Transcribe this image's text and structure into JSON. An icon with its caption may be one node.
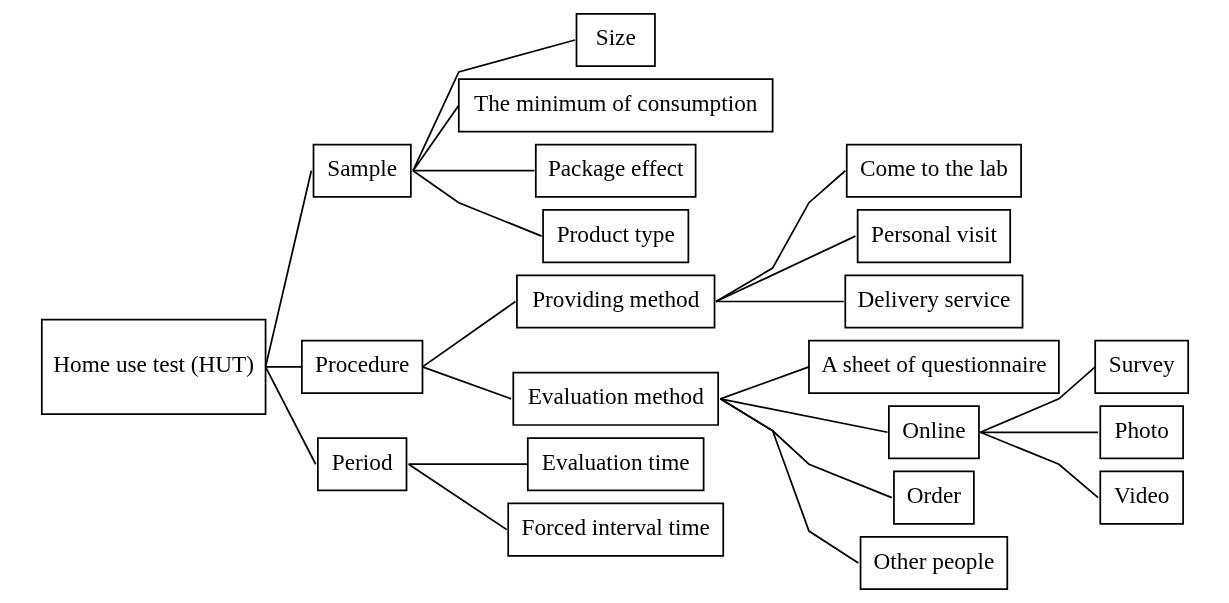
{
  "diagram": {
    "nodes": [
      {
        "text": [
          "Home use test (HUT)"
        ]
      },
      {
        "text": [
          "Sample"
        ]
      },
      {
        "text": [
          "Size"
        ]
      },
      {
        "text": [
          "The minimum of consumption"
        ]
      },
      {
        "text": [
          "Package effect"
        ]
      },
      {
        "text": [
          "Product type"
        ]
      },
      {
        "text": [
          "Procedure"
        ]
      },
      {
        "text": [
          "Providing method"
        ]
      },
      {
        "text": [
          "Come to the lab"
        ]
      },
      {
        "text": [
          "Personal visit"
        ]
      },
      {
        "text": [
          "Delivery service"
        ]
      },
      {
        "text": [
          "Evaluation method"
        ]
      },
      {
        "text": [
          "A sheet of questionnaire"
        ]
      },
      {
        "text": [
          "Online"
        ]
      },
      {
        "text": [
          "Survey"
        ]
      },
      {
        "text": [
          "Photo"
        ]
      },
      {
        "text": [
          "Video"
        ]
      },
      {
        "text": [
          "Order"
        ]
      },
      {
        "text": [
          "Other people"
        ]
      },
      {
        "text": [
          "Period"
        ]
      },
      {
        "text": [
          "Evaluation time"
        ]
      },
      {
        "text": [
          "Forced interval time"
        ]
      }
    ],
    "edges": [
      {
        "from": 0,
        "to": 1,
        "arrow": "none"
      },
      {
        "from": 1,
        "to": 2,
        "arrow": "none"
      },
      {
        "from": 1,
        "to": 3,
        "arrow": "none"
      },
      {
        "from": 1,
        "to": 4,
        "arrow": "none"
      },
      {
        "from": 1,
        "to": 5,
        "arrow": "none"
      },
      {
        "from": 0,
        "to": 6,
        "arrow": "none"
      },
      {
        "from": 6,
        "to": 7,
        "arrow": "none"
      },
      {
        "from": 7,
        "to": 8,
        "arrow": "none"
      },
      {
        "from": 7,
        "to": 9,
        "arrow": "none"
      },
      {
        "from": 7,
        "to": 10,
        "arrow": "none"
      },
      {
        "from": 6,
        "to": 11,
        "arrow": "none"
      },
      {
        "from": 11,
        "to": 12,
        "arrow": "none"
      },
      {
        "from": 11,
        "to": 13,
        "arrow": "none"
      },
      {
        "from": 13,
        "to": 14,
        "arrow": "none"
      },
      {
        "from": 13,
        "to": 15,
        "arrow": "none"
      },
      {
        "from": 13,
        "to": 16,
        "arrow": "none"
      },
      {
        "from": 11,
        "to": 17,
        "arrow": "none"
      },
      {
        "from": 11,
        "to": 18,
        "arrow": "none"
      },
      {
        "from": 0,
        "to": 19,
        "arrow": "none"
      },
      {
        "from": 19,
        "to": 20,
        "arrow": "none"
      },
      {
        "from": 19,
        "to": 21,
        "arrow": "none"
      }
    ]
  }
}
